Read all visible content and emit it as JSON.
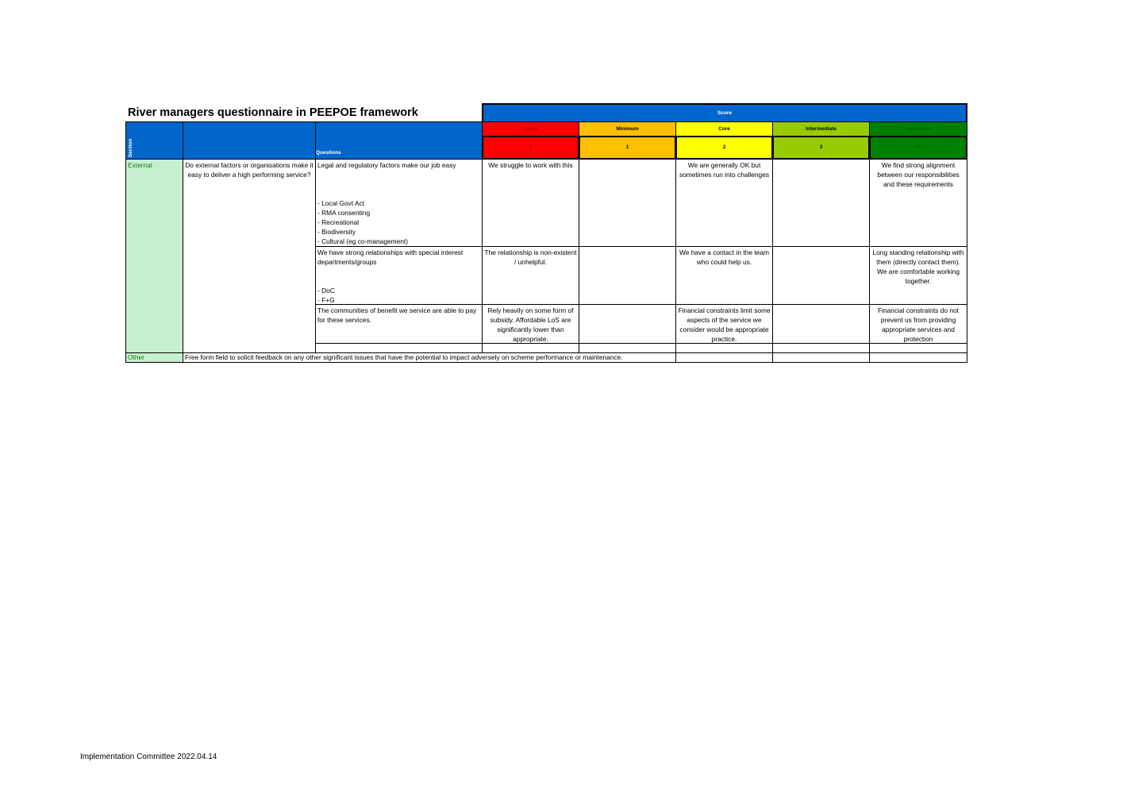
{
  "title": "River managers questionnaire in PEEPOE framework",
  "footer": "Implementation Committee 2022.04.14",
  "header": {
    "section_label": "Section",
    "questions_label": "Questions",
    "score_label": "Score",
    "levels": [
      {
        "name": "Aware",
        "score": "0",
        "color": "#ff0000"
      },
      {
        "name": "Minimum",
        "score": "1",
        "color": "#ffc000"
      },
      {
        "name": "Core",
        "score": "2",
        "color": "#ffff00"
      },
      {
        "name": "Intermediate",
        "score": "3",
        "color": "#99cc00"
      },
      {
        "name": "Advanced",
        "score": "4",
        "color": "#008000"
      }
    ]
  },
  "sections": {
    "external": {
      "name": "External",
      "topic": "Do external factors or organisations make it easy to deliver a high performing service?"
    },
    "other": {
      "name": "Other",
      "text": "Free form field to solicit feedback on any other significant issues that have the potential to impact adversely on scheme performance or maintenance."
    }
  },
  "rows": [
    {
      "question": "Legal and regulatory factors make our job easy",
      "bullets": [
        "- Local Govt Act",
        "- RMA consenting",
        "- Recreational",
        "- Biodiversity",
        "- Cultural (eg co-management)"
      ],
      "aware": "We struggle to work with this",
      "core": "We are generally OK but sometimes run into challenges",
      "advanced": "We find strong alignment between our responsibilities and these requirements"
    },
    {
      "question": "We have strong relationships with special interest departments/groups",
      "bullets": [
        "- DoC",
        "- F+G"
      ],
      "aware": "The relationship is non-existent / unhelpful.",
      "core": "We have a contact in the team who could help us.",
      "advanced": "Long standing relationship with them (directly contact them). We are comfortable working together."
    },
    {
      "question": "The communities of benefit we service are able to pay for these services.",
      "bullets": [],
      "aware": "Rely heavily on some form of subsidy. Affordable LoS are significantly lower than appropriate.",
      "core": "Financial constraints limit some aspects of the service we consider would be appropriate practice.",
      "advanced": "Financial constraints do not prevent us from providing appropriate services and protection"
    }
  ]
}
